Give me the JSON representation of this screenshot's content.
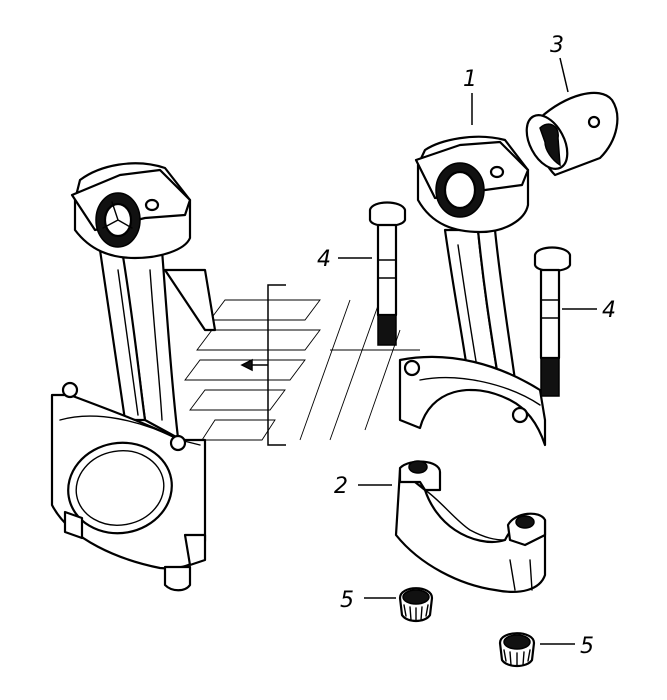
{
  "callouts": [
    {
      "id": "callout-1",
      "text": "1"
    },
    {
      "id": "callout-2",
      "text": "2"
    },
    {
      "id": "callout-3",
      "text": "3"
    },
    {
      "id": "callout-4a",
      "text": "4"
    },
    {
      "id": "callout-4b",
      "text": "4"
    },
    {
      "id": "callout-5a",
      "text": "5"
    },
    {
      "id": "callout-5b",
      "text": "5"
    }
  ],
  "colors": {
    "ink": "#000000",
    "paper": "#ffffff"
  }
}
